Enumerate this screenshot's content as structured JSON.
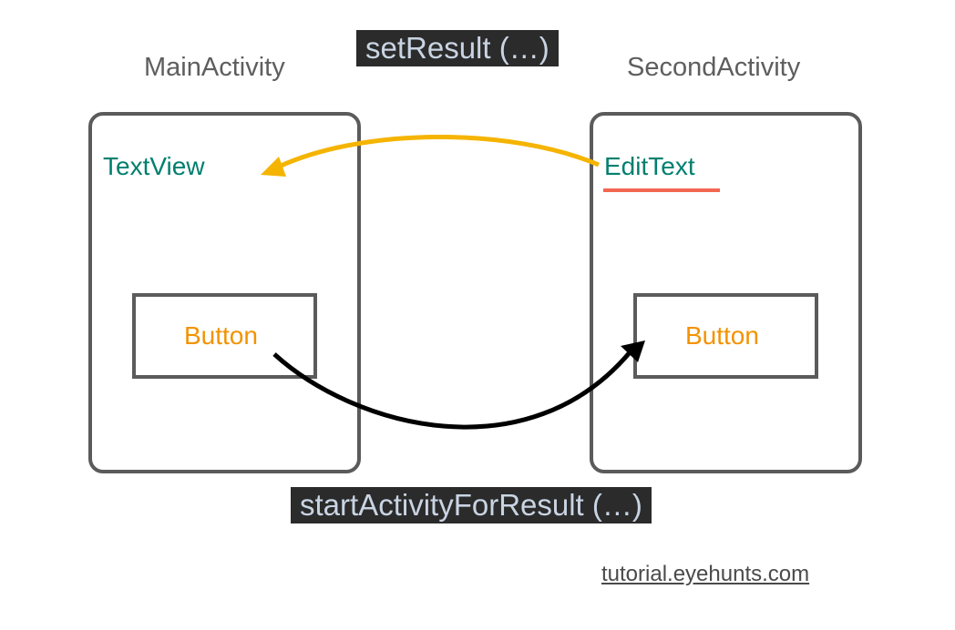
{
  "diagram": {
    "main_activity": {
      "title": "MainActivity",
      "text_view": "TextView",
      "button_label": "Button"
    },
    "second_activity": {
      "title": "SecondActivity",
      "edit_text": "EditText",
      "button_label": "Button"
    },
    "set_result_label": "setResult (…)",
    "start_activity_label": "startActivityForResult (…)",
    "watermark": "tutorial.eyehunts.com",
    "colors": {
      "set_result_arrow": "#f5b400",
      "start_activity_arrow": "#000000",
      "edit_text_underline": "#f26652",
      "teal": "#007f6e",
      "orange": "#f39200",
      "box_border": "#5b5b5b"
    }
  }
}
